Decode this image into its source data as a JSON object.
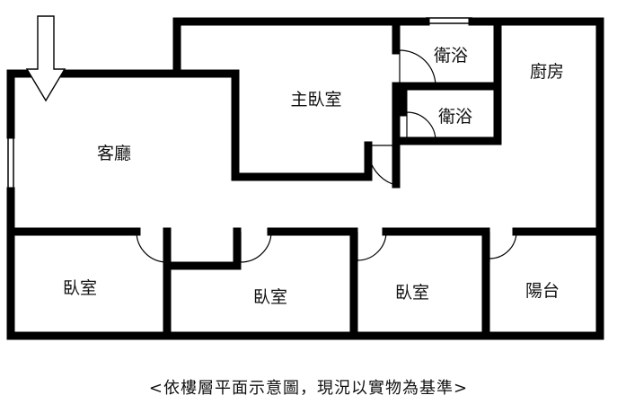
{
  "floorplan": {
    "rooms": {
      "living_room": "客廳",
      "master_bedroom": "主臥室",
      "bathroom_upper": "衛浴",
      "bathroom_lower": "衛浴",
      "kitchen": "廚房",
      "bedroom_left": "臥室",
      "bedroom_middle": "臥室",
      "bedroom_right": "臥室",
      "balcony": "陽台"
    },
    "entrance_arrow_icon": "down-arrow-icon",
    "caption": "<依樓層平面示意圖，現況以實物為基準>"
  }
}
